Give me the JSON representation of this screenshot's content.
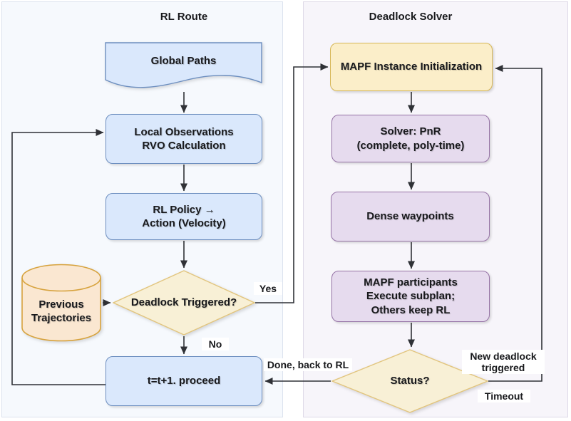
{
  "panels": {
    "rl_route": {
      "title": "RL Route"
    },
    "deadlock_solver": {
      "title": "Deadlock Solver"
    }
  },
  "nodes": {
    "global_paths": {
      "label": "Global Paths"
    },
    "local_observations": {
      "label": "Local Observations\nRVO Calculation"
    },
    "rl_policy": {
      "label": "RL Policy →\nAction (Velocity)"
    },
    "deadlock_triggered": {
      "label": "Deadlock Triggered?"
    },
    "previous_trajectories": {
      "label": "Previous\nTrajectories"
    },
    "t_step": {
      "label": "t=t+1. proceed"
    },
    "mapf_init": {
      "label": "MAPF Instance Initialization"
    },
    "solver_pnr": {
      "label": "Solver: PnR\n(complete, poly-time)"
    },
    "dense_waypoints": {
      "label": "Dense waypoints"
    },
    "mapf_participants": {
      "label": "MAPF participants\nExecute subplan;\nOthers keep RL"
    },
    "status": {
      "label": "Status?"
    }
  },
  "edge_labels": {
    "yes": "Yes",
    "no": "No",
    "done_back_to_rl": "Done, back to RL",
    "new_deadlock": "New deadlock\ntriggered",
    "timeout": "Timeout"
  },
  "colors": {
    "left_panel_bg": "#f6f9fd",
    "right_panel_bg": "#f7f5fa",
    "blue_fill": "#dae8fc",
    "blue_stroke": "#6c8ebf",
    "yellow_fill": "#fbeec9",
    "yellow_stroke": "#d6b656",
    "cream_fill": "#f8f0d6",
    "cream_stroke": "#e2c57e",
    "purple_fill": "#e6dbee",
    "purple_stroke": "#9673a6",
    "orange_fill": "#fae7d1",
    "orange_stroke": "#d7a33e",
    "connector": "#2f3136"
  }
}
